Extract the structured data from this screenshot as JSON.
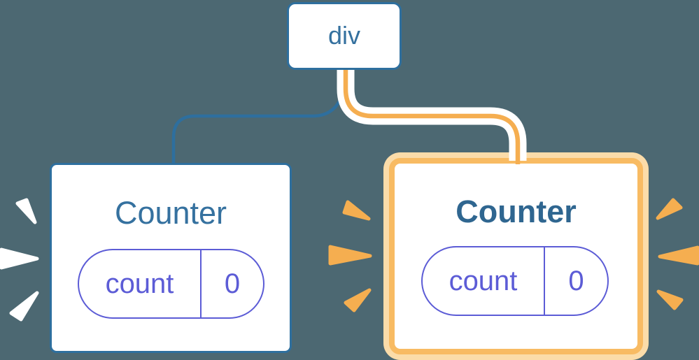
{
  "diagram": {
    "description": "Component tree: a div root with two Counter children; the right Counter is highlighted (state preserved), both flashing",
    "root_node": {
      "label": "div"
    },
    "children": [
      {
        "title": "Counter",
        "highlighted": false,
        "burst_color": "#FFFFFF",
        "state": {
          "key": "count",
          "value": "0"
        }
      },
      {
        "title": "Counter",
        "highlighted": true,
        "burst_color": "#F5AE50",
        "state": {
          "key": "count",
          "value": "0"
        }
      }
    ]
  },
  "palette": {
    "background": "#4C6872",
    "node_blue": "#2E6F9E",
    "text_blue": "#35719F",
    "state_purple": "#5C5CD6",
    "edge_orange": "#F5AE50",
    "highlight_border": "#F8BB63",
    "highlight_glow": "#FBDCA9",
    "edge_casing": "#FFFFFF",
    "card_fill": "#FFFFFF"
  }
}
